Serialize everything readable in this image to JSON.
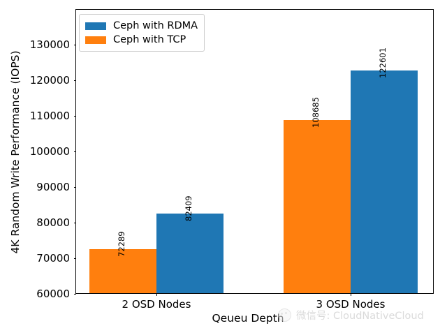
{
  "chart_data": {
    "type": "bar",
    "title": "",
    "xlabel": "Qeueu Depth",
    "ylabel": "4K Random Write Performance (IOPS)",
    "categories": [
      "2 OSD Nodes",
      "3 OSD Nodes"
    ],
    "series": [
      {
        "name": "Ceph with RDMA",
        "color": "#1f77b4",
        "values": [
          82409,
          122601
        ]
      },
      {
        "name": "Ceph with TCP",
        "color": "#ff7f0e",
        "values": [
          72289,
          108685
        ]
      }
    ],
    "bar_order": [
      "Ceph with TCP",
      "Ceph with RDMA"
    ],
    "ylim": [
      60000,
      140000
    ],
    "yticks": [
      60000,
      70000,
      80000,
      90000,
      100000,
      110000,
      120000,
      130000
    ],
    "ytick_labels": [
      "60000",
      "70000",
      "80000",
      "90000",
      "100000",
      "110000",
      "120000",
      "130000"
    ],
    "grid": false,
    "legend_position": "upper left",
    "data_labels": [
      "72289",
      "82409",
      "108685",
      "122601"
    ]
  },
  "legend": {
    "items": [
      {
        "label": "Ceph with RDMA",
        "color": "#1f77b4"
      },
      {
        "label": "Ceph with TCP",
        "color": "#ff7f0e"
      }
    ]
  },
  "watermark": {
    "text": "微信号: CloudNativeCloud",
    "logo": "wechat-circle-logo"
  }
}
